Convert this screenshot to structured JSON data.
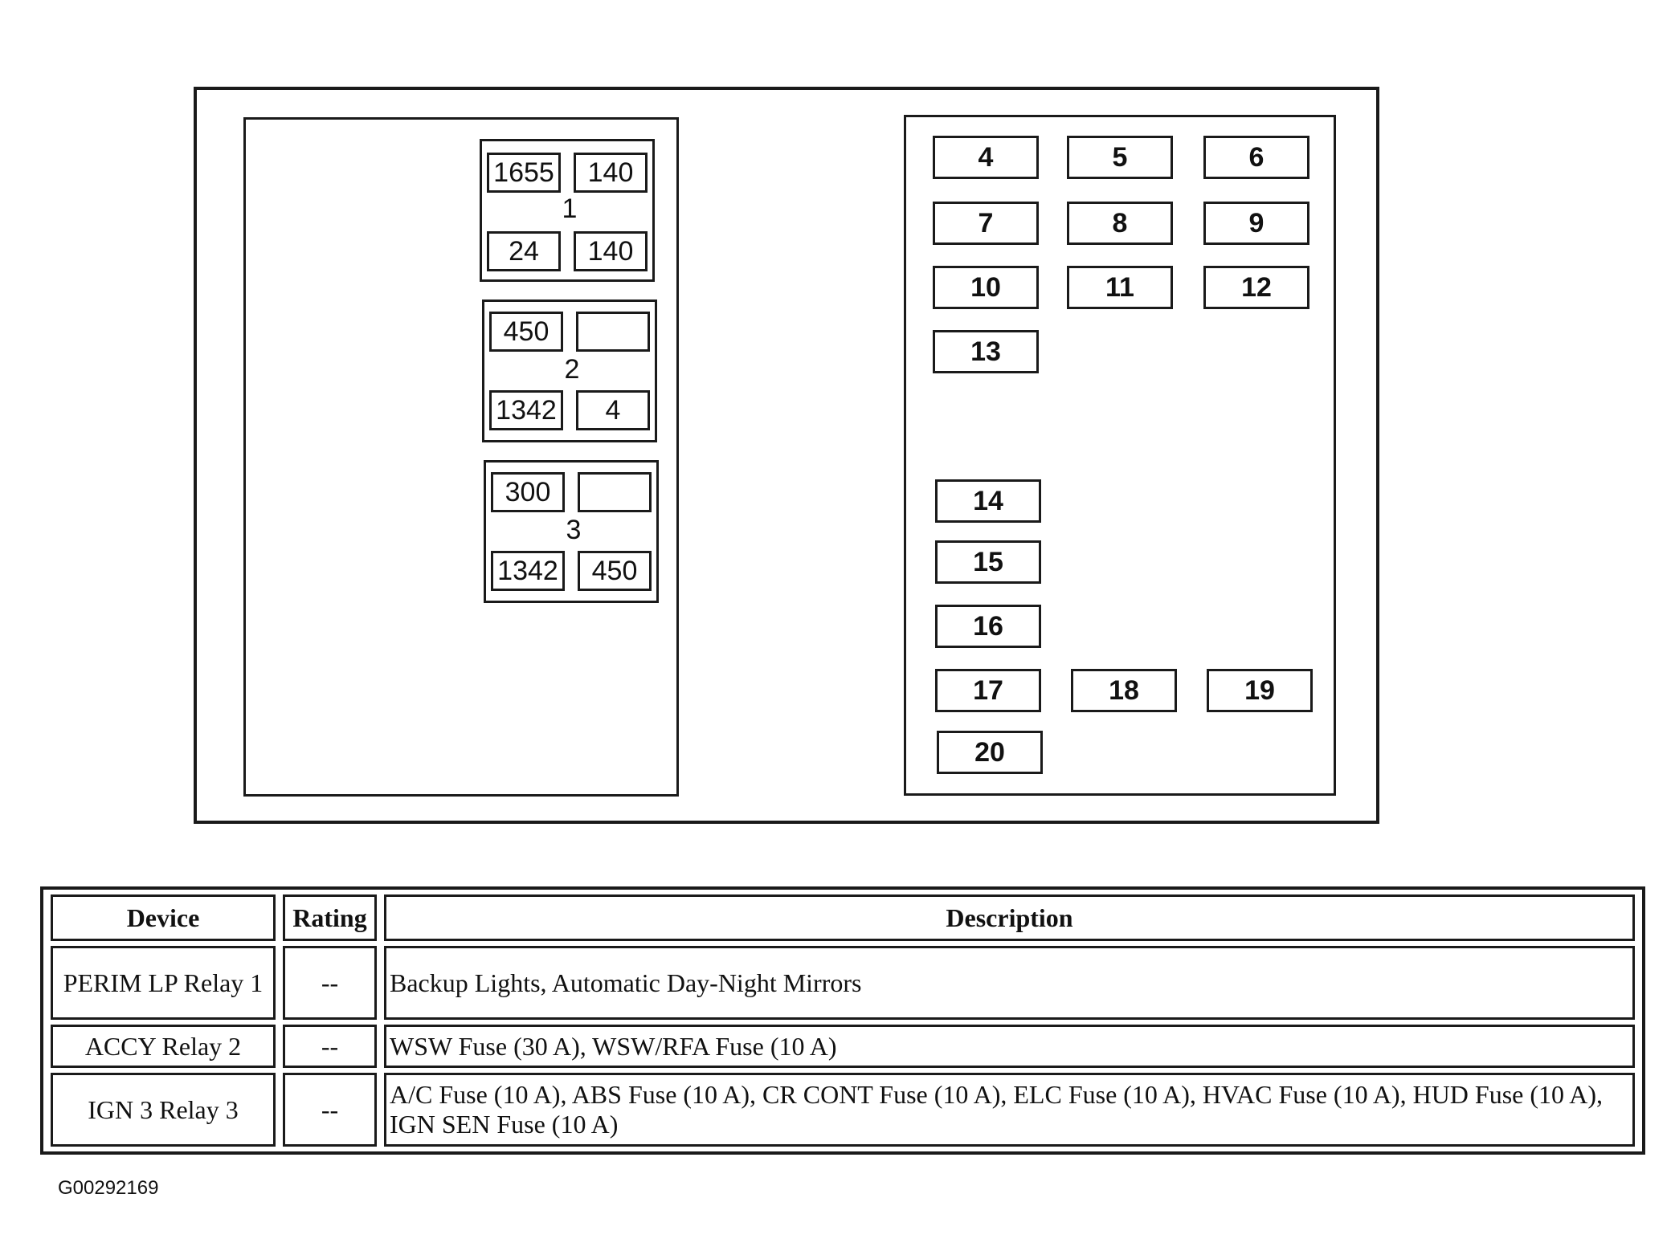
{
  "relays": [
    {
      "number": "1",
      "cells": [
        "1655",
        "140",
        "24",
        "140"
      ]
    },
    {
      "number": "2",
      "cells": [
        "450",
        "",
        "1342",
        "4"
      ]
    },
    {
      "number": "3",
      "cells": [
        "300",
        "",
        "1342",
        "450"
      ]
    }
  ],
  "fuses": [
    "4",
    "5",
    "6",
    "7",
    "8",
    "9",
    "10",
    "11",
    "12",
    "13",
    "14",
    "15",
    "16",
    "17",
    "18",
    "19",
    "20"
  ],
  "table": {
    "headers": {
      "device": "Device",
      "rating": "Rating",
      "description": "Description"
    },
    "rows": [
      {
        "device": "PERIM LP Relay 1",
        "rating": "--",
        "description": "Backup Lights, Automatic Day-Night Mirrors"
      },
      {
        "device": "ACCY Relay 2",
        "rating": "--",
        "description": "WSW Fuse (30 A), WSW/RFA Fuse (10 A)"
      },
      {
        "device": "IGN 3 Relay 3",
        "rating": "--",
        "description": "A/C Fuse (10 A), ABS Fuse (10 A), CR CONT Fuse (10 A), ELC Fuse (10 A), HVAC Fuse (10 A), HUD Fuse (10 A), IGN SEN Fuse (10 A)"
      }
    ]
  },
  "figure_id": "G00292169"
}
